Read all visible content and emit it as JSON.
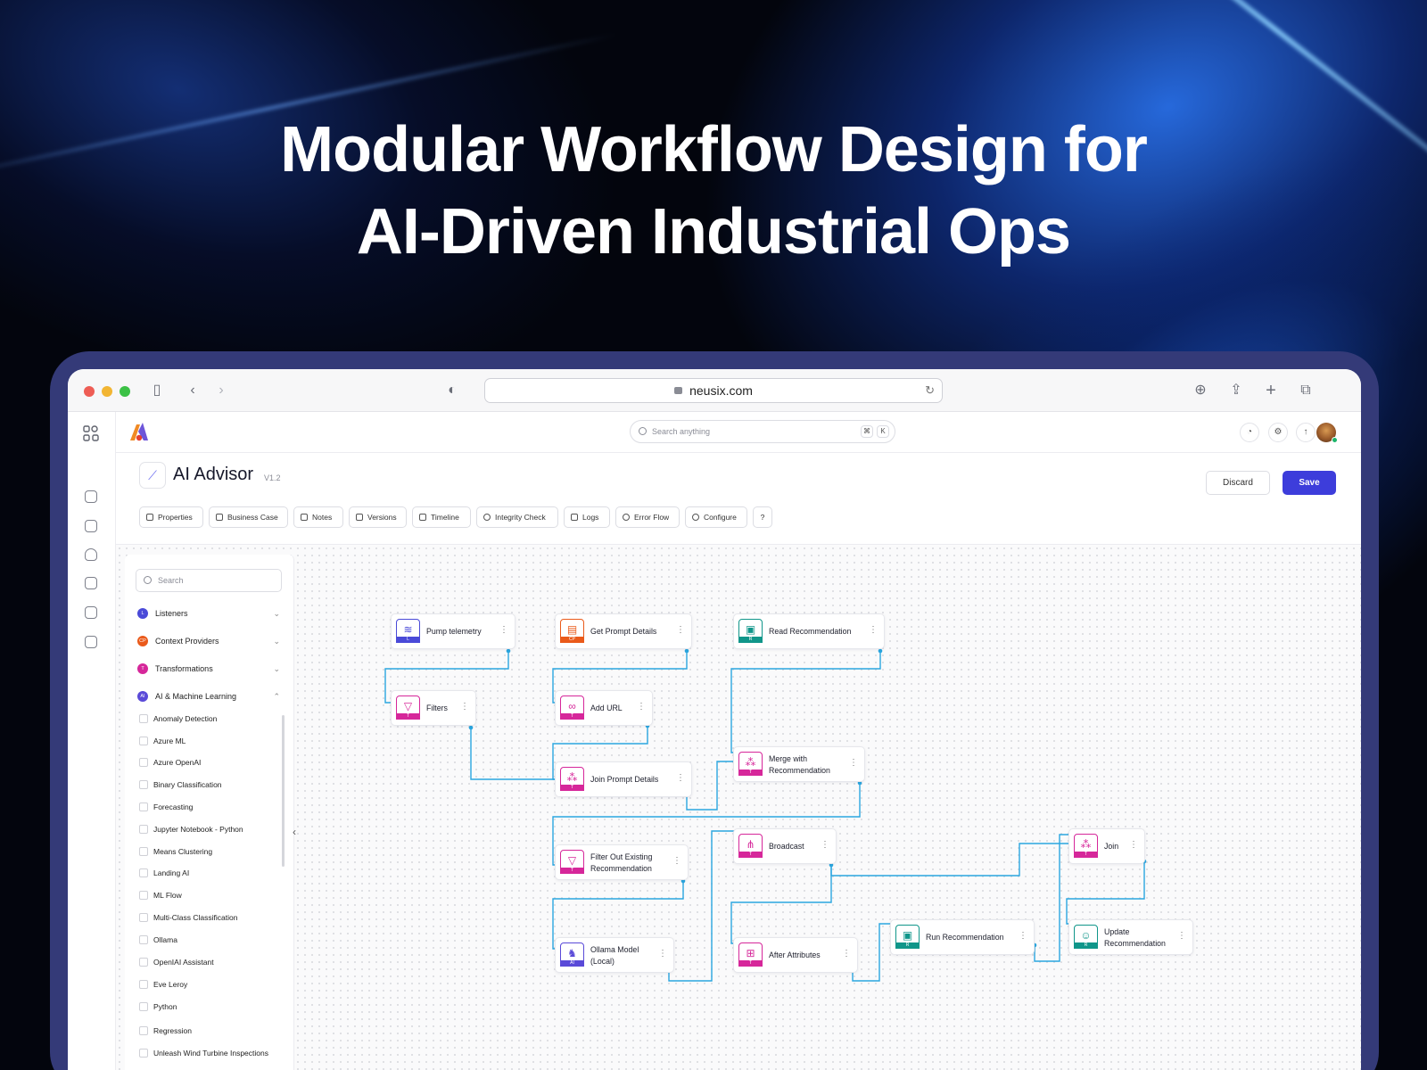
{
  "headline": {
    "line1": "Modular Workflow Design for",
    "line2": "AI-Driven Industrial Ops"
  },
  "browser": {
    "url": "neusix.com",
    "icons": [
      "sidebar-icon",
      "back-icon",
      "forward-icon",
      "shield-icon",
      "lock-icon",
      "reload-icon",
      "download-icon",
      "share-icon",
      "new-tab-icon",
      "tabs-icon"
    ]
  },
  "topbar": {
    "search_placeholder": "Search anything",
    "kbd1": "⌘",
    "kbd2": "K"
  },
  "page": {
    "title": "AI Advisor",
    "version": "V1.2",
    "discard_label": "Discard",
    "save_label": "Save",
    "accent": "#3d3ddb"
  },
  "tabs": [
    {
      "label": "Properties",
      "icon": "cube-icon"
    },
    {
      "label": "Business Case",
      "icon": "building-icon"
    },
    {
      "label": "Notes",
      "icon": "note-icon"
    },
    {
      "label": "Versions",
      "icon": "copy-icon"
    },
    {
      "label": "Timeline",
      "icon": "layers-icon"
    },
    {
      "label": "Integrity Check",
      "icon": "check-circle-icon"
    },
    {
      "label": "Logs",
      "icon": "login-icon"
    },
    {
      "label": "Error Flow",
      "icon": "alert-icon"
    },
    {
      "label": "Configure",
      "icon": "gear-icon"
    }
  ],
  "panel": {
    "search_placeholder": "Search",
    "categories": [
      {
        "badge": "L",
        "label": "Listeners",
        "color": "#4a4ad8"
      },
      {
        "badge": "CP",
        "label": "Context Providers",
        "color": "#ea5a1a"
      },
      {
        "badge": "T",
        "label": "Transformations",
        "color": "#d6279a"
      },
      {
        "badge": "AI",
        "label": "AI & Machine Learning",
        "color": "#5a4ad8"
      }
    ],
    "items": [
      "Anomaly Detection",
      "Azure ML",
      "Azure OpenAI",
      "Binary Classification",
      "Forecasting",
      "Jupyter Notebook - Python",
      "Means Clustering",
      "Landing AI",
      "ML Flow",
      "Multi-Class Classification",
      "Ollama",
      "OpenIAI Assistant",
      "Eve Leroy",
      "Python",
      "Regression",
      "Unleash Wind Turbine Inspections"
    ]
  },
  "nodes": {
    "pump": {
      "label": "Pump telemetry",
      "tag": "L",
      "color": "#4a4ad8",
      "icon": "rss-icon"
    },
    "filters": {
      "label": "Filters",
      "tag": "T",
      "color": "#d6279a",
      "icon": "filter-icon"
    },
    "getprompt": {
      "label": "Get Prompt Details",
      "tag": "CP",
      "color": "#ea5a1a",
      "icon": "file-icon"
    },
    "addurl": {
      "label": "Add URL",
      "tag": "T",
      "color": "#d6279a",
      "icon": "link-icon"
    },
    "joinprompt": {
      "label": "Join Prompt Details",
      "tag": "T",
      "color": "#d6279a",
      "icon": "join-icon"
    },
    "readrec": {
      "label": "Read Recommendation",
      "tag": "R",
      "color": "#10968a",
      "icon": "box-icon"
    },
    "merge": {
      "label1": "Merge with",
      "label2": "Recommendation",
      "tag": "T",
      "color": "#d6279a",
      "icon": "join-icon"
    },
    "filterout": {
      "label1": "Filter Out Existing",
      "label2": "Recommendation",
      "tag": "T",
      "color": "#d6279a",
      "icon": "filter-icon"
    },
    "ollama": {
      "label1": "Ollama Model",
      "label2": "(Local)",
      "tag": "AI",
      "color": "#5a4ad8",
      "icon": "llama-icon"
    },
    "broadcast": {
      "label": "Broadcast",
      "tag": "T",
      "color": "#d6279a",
      "icon": "broadcast-icon"
    },
    "after": {
      "label": "After Attributes",
      "tag": "T",
      "color": "#d6279a",
      "icon": "attributes-icon"
    },
    "runrec": {
      "label": "Run Recommendation",
      "tag": "R",
      "color": "#10968a",
      "icon": "box-icon"
    },
    "join": {
      "label": "Join",
      "tag": "T",
      "color": "#d6279a",
      "icon": "join-icon"
    },
    "update": {
      "label1": "Update",
      "label2": "Recommendation",
      "tag": "R",
      "color": "#10968a",
      "icon": "user-icon"
    }
  }
}
